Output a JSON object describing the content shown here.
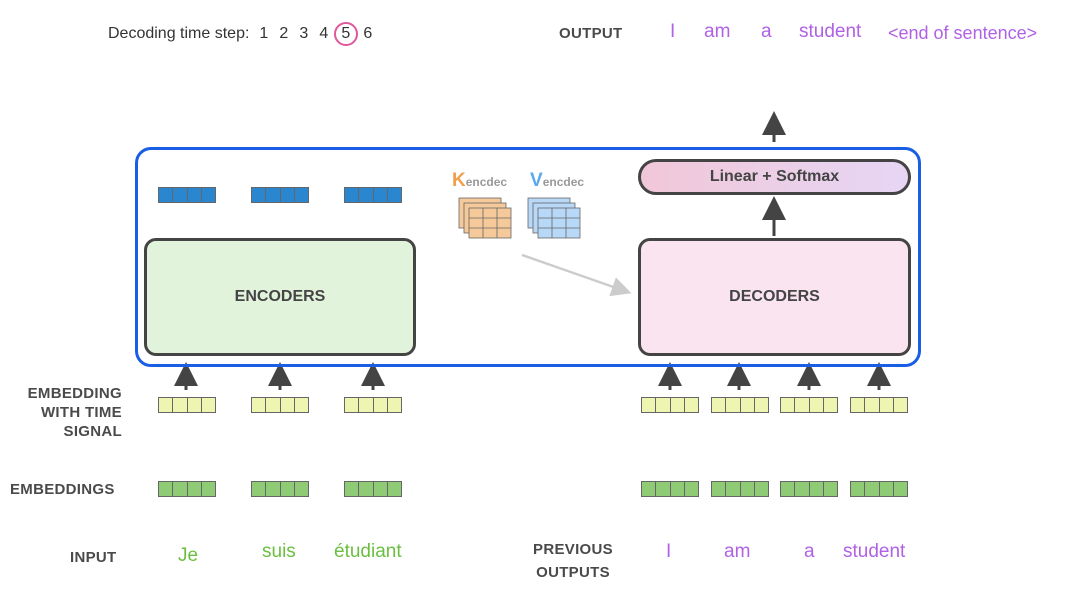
{
  "header": {
    "step_label": "Decoding time step:",
    "steps": [
      "1",
      "2",
      "3",
      "4",
      "5",
      "6"
    ],
    "current_step": "5",
    "output_label": "OUTPUT",
    "output_tokens": [
      "I",
      "am",
      "a",
      "student",
      "<end of sentence>"
    ]
  },
  "diagram": {
    "encoders_label": "ENCODERS",
    "decoders_label": "DECODERS",
    "linear_softmax_label": "Linear + Softmax",
    "k_main": "K",
    "k_sub": "encdec",
    "v_main": "V",
    "v_sub": "encdec"
  },
  "rows": {
    "embedding_time_signal_label": "EMBEDDING\nWITH TIME\nSIGNAL",
    "embeddings_label": "EMBEDDINGS",
    "input_label": "INPUT",
    "previous_outputs_label": "PREVIOUS\nOUTPUTS"
  },
  "input_tokens": [
    "Je",
    "suis",
    "étudiant"
  ],
  "previous_outputs": [
    "I",
    "am",
    "a",
    "student"
  ],
  "colors": {
    "frame_blue": "#1a5ee6",
    "encoder_fill": "#e2f3dc",
    "decoder_fill": "#fae4ef",
    "softmax_gradient_start": "#f1c7d8",
    "softmax_gradient_end": "#e6d6f5",
    "encoder_output_vector": "#2a86cf",
    "time_signal_vector": "#eef5b0",
    "embedding_vector": "#8ecb74",
    "k_color": "#f0a04b",
    "v_color": "#5aa8ef",
    "token_purple": "#b061e6",
    "token_green": "#6abf40",
    "step_circle": "#e0589a"
  }
}
